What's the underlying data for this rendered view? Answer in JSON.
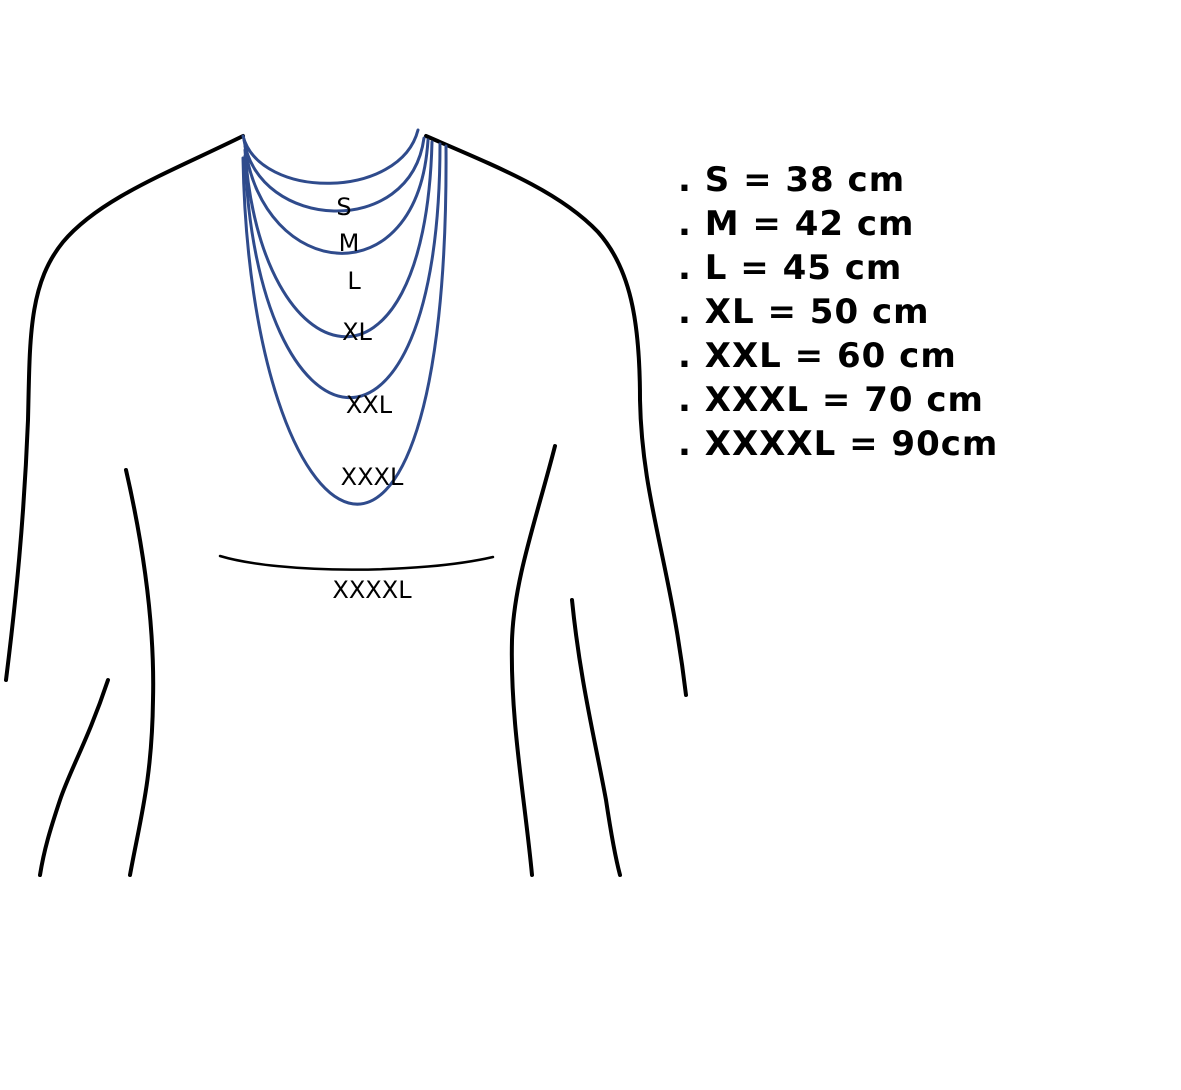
{
  "colors": {
    "outline": "#000000",
    "necklace": "#2f4b8c",
    "text": "#000000",
    "background": "#ffffff"
  },
  "necklaces": [
    {
      "size": "S",
      "label": "S",
      "length_cm": 38
    },
    {
      "size": "M",
      "label": "M",
      "length_cm": 42
    },
    {
      "size": "L",
      "label": "L",
      "length_cm": 45
    },
    {
      "size": "XL",
      "label": "XL",
      "length_cm": 50
    },
    {
      "size": "XXL",
      "label": "XXL",
      "length_cm": 60
    },
    {
      "size": "XXXL",
      "label": "XXXL",
      "length_cm": 70
    },
    {
      "size": "XXXXL",
      "label": "XXXXL",
      "length_cm": 90
    }
  ],
  "legend": {
    "items": [
      ". S = 38 cm",
      ". M = 42 cm",
      ". L = 45 cm",
      ". XL = 50 cm",
      ". XXL = 60 cm",
      ". XXXL = 70 cm",
      ". XXXXL = 90cm"
    ]
  }
}
